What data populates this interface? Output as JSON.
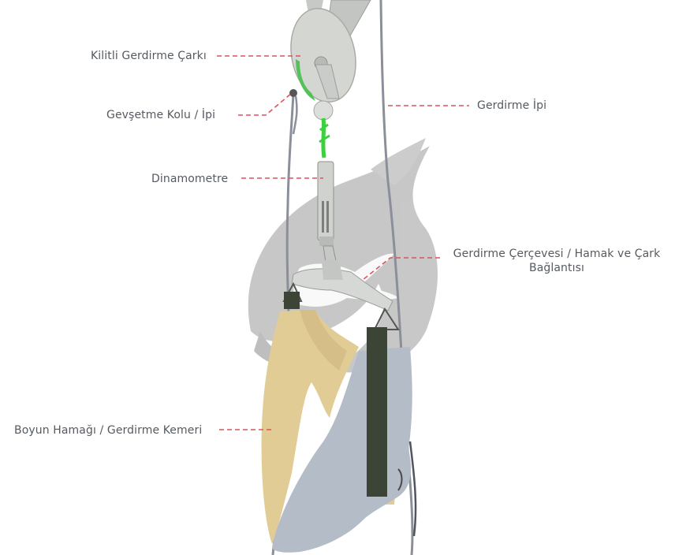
{
  "diagram": {
    "subject": "Cervical neck traction device",
    "colors": {
      "leader_line": "#d9555a",
      "label_text": "#555a60",
      "cord": "#8a8f9a",
      "metal": "#c9ccc9",
      "green_strap": "#3ecf3e",
      "hammock_outer": "#b4bcc8",
      "hammock_inner": "#e2cc96",
      "strap_dark": "#3c4436",
      "watermark": "#9a9a9a"
    },
    "labels": [
      {
        "id": "ratchet",
        "text": "Kilitli Gerdirme Çarkı"
      },
      {
        "id": "release",
        "text": "Gevşetme Kolu / İpi"
      },
      {
        "id": "cord",
        "text": "Gerdirme İpi"
      },
      {
        "id": "dynamometer",
        "text": "Dinamometre"
      },
      {
        "id": "frame_line1",
        "text": "Gerdirme Çerçevesi / Hamak ve Çark"
      },
      {
        "id": "frame_line2",
        "text": "Bağlantısı"
      },
      {
        "id": "hammock",
        "text": "Boyun Hamağı / Gerdirme Kemeri"
      }
    ]
  }
}
